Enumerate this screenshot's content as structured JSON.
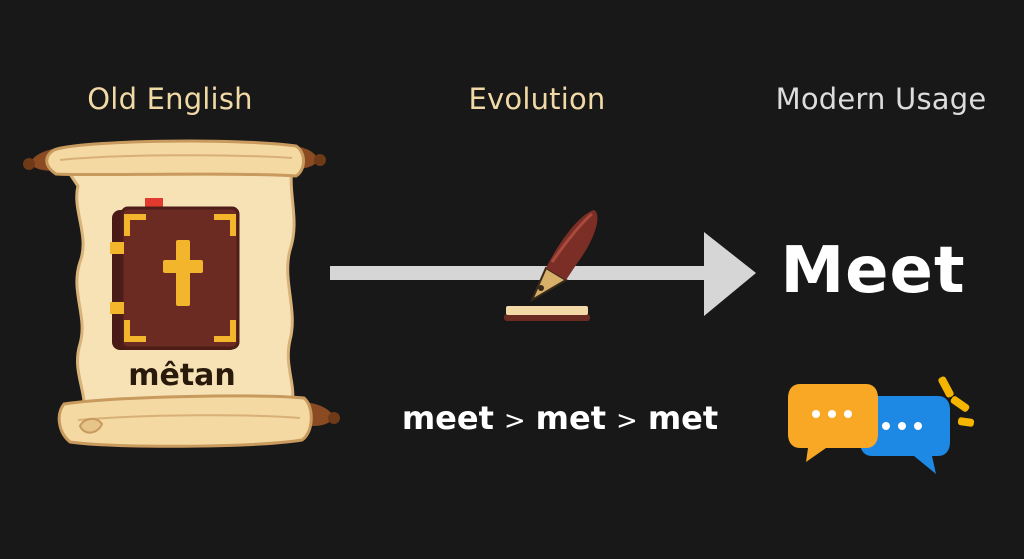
{
  "headings": {
    "old_english": "Old English",
    "evolution": "Evolution",
    "modern_usage": "Modern Usage"
  },
  "old_word": "mêtan",
  "modern_word": "Meet",
  "evolution_chain": [
    "meet",
    "met",
    "met"
  ],
  "separator": ">",
  "colors": {
    "background": "#181818",
    "heading_old": "#f1d9a6",
    "heading_evolution": "#f1d9a6",
    "heading_modern": "#dcdcdc",
    "scroll": "#f7e2b6",
    "book": "#6b2b23",
    "book_gold": "#f3b52c",
    "arrow": "#d6d6d6",
    "bubble_orange": "#f9a825",
    "bubble_blue": "#1e88e5",
    "sparkle": "#f4b400"
  },
  "icons": [
    "scroll-icon",
    "bible-book-icon",
    "quill-pen-icon",
    "arrow-right-icon",
    "chat-bubbles-icon"
  ]
}
